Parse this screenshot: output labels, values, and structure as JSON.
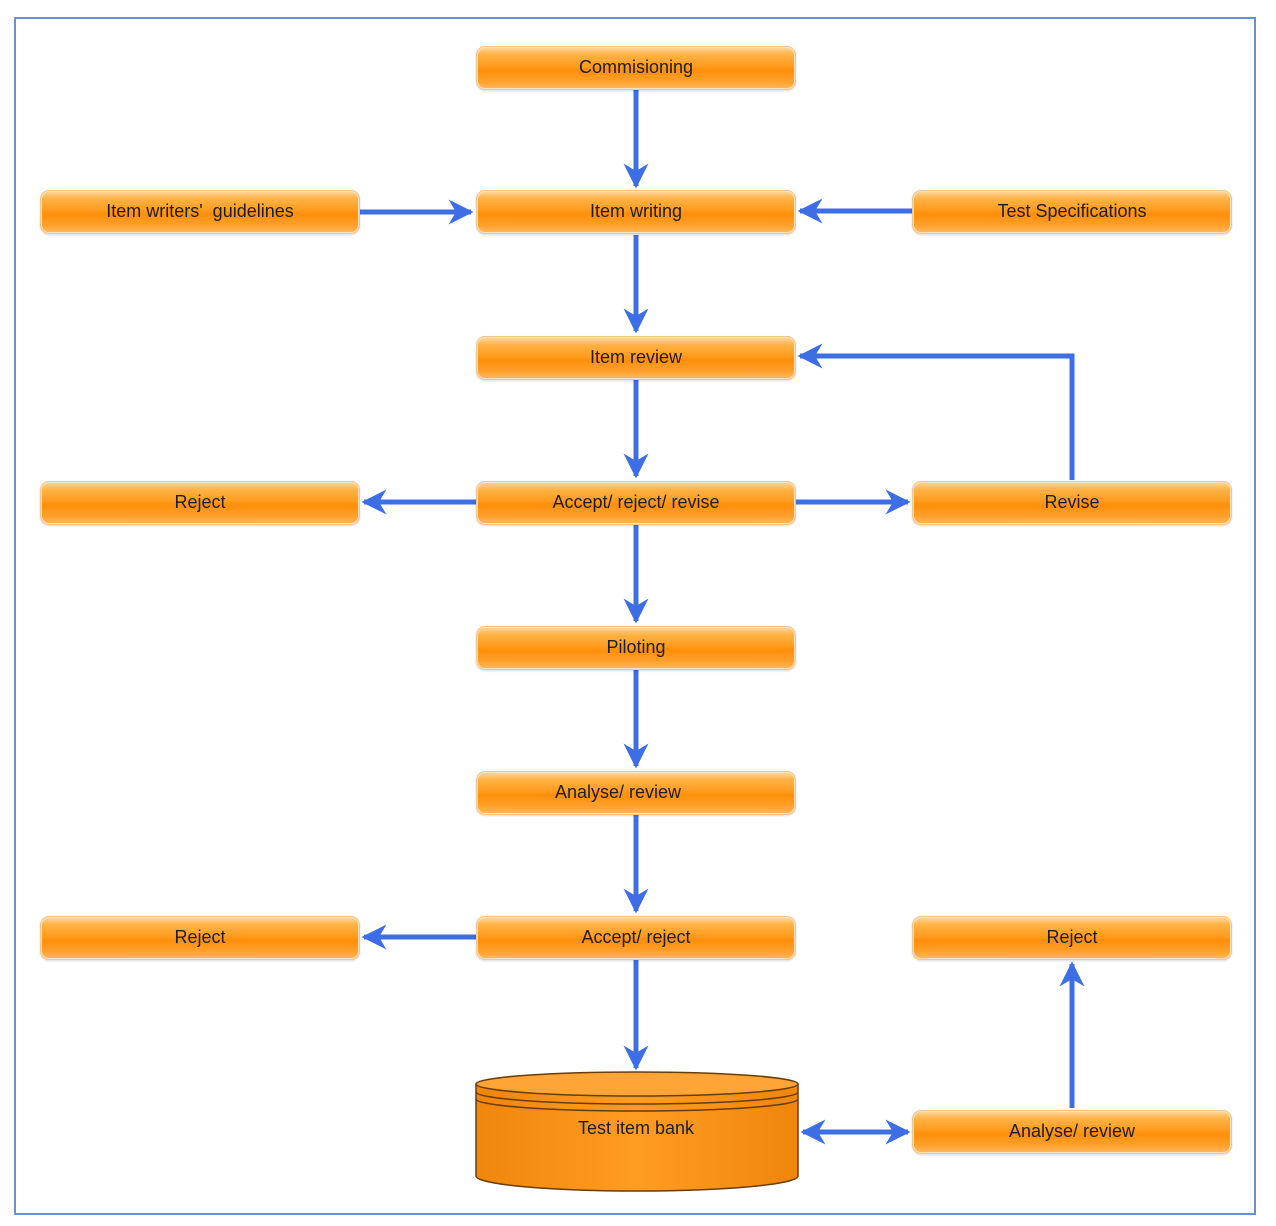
{
  "nodes": {
    "commissioning": "Commisioning",
    "item_writers_guidelines": "Item writers'  guidelines",
    "item_writing": "Item writing",
    "test_specifications": "Test Specifications",
    "item_review": "Item review",
    "reject_1": "Reject",
    "accept_reject_revise": "Accept/ reject/ revise",
    "revise": "Revise",
    "piloting": "Piloting",
    "analyse_review_1": "Analyse/ review",
    "reject_2": "Reject",
    "accept_reject": "Accept/ reject",
    "reject_3": "Reject",
    "test_item_bank": "Test item bank",
    "analyse_review_2": "Analyse/ review"
  },
  "colors": {
    "arrow": "#3d6ee6",
    "box_fill": "#ff9c1f",
    "frame": "#6b8fd6"
  }
}
